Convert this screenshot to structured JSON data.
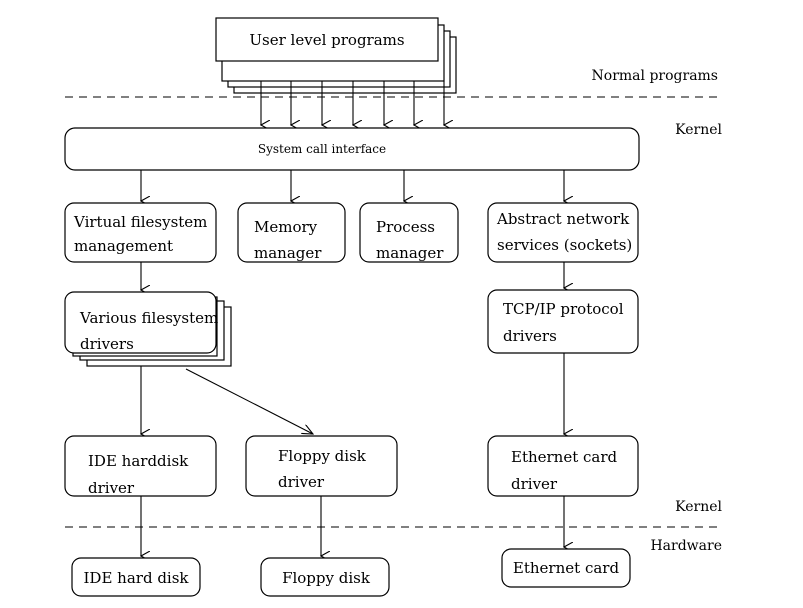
{
  "user_programs": "User level programs",
  "kernel_interface": "System call interface",
  "vfs": [
    "Virtual filesystem",
    "management"
  ],
  "memory": [
    "Memory",
    "manager"
  ],
  "process": [
    "Process",
    "manager"
  ],
  "network": [
    "Abstract network",
    "services (sockets)"
  ],
  "fs_drivers": [
    "Various filesystem",
    "drivers"
  ],
  "tcpip": [
    "TCP/IP protocol",
    "drivers"
  ],
  "ide_driver": [
    "IDE harddisk",
    "driver"
  ],
  "floppy_driver": [
    "Floppy disk",
    "driver"
  ],
  "ethernet_driver": [
    "Ethernet card",
    "driver"
  ],
  "ide_disk": "IDE hard disk",
  "floppy_disk": "Floppy disk",
  "ethernet_card": "Ethernet card",
  "zone_labels": {
    "normal": "Normal programs",
    "kernel_top": "Kernel",
    "kernel_bottom": "Kernel",
    "hardware": "Hardware"
  }
}
